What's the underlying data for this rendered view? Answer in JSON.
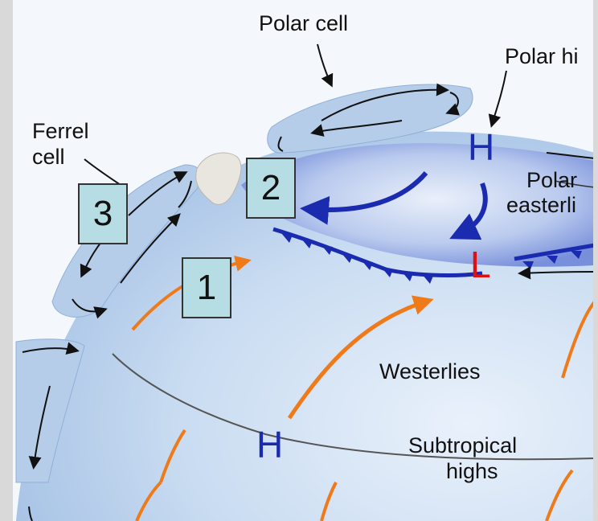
{
  "labels": {
    "polar_cell": "Polar cell",
    "polar_high": "Polar hi",
    "ferrel_line1": "Ferrel",
    "ferrel_line2": "cell",
    "polar_easterlies_line1": "Polar",
    "polar_easterlies_line2": "easterli",
    "westerlies": "Westerlies",
    "subtropical_line1": "Subtropical",
    "subtropical_line2": "highs"
  },
  "pressure": {
    "polar_high": "H",
    "subpolar_low": "L",
    "subtropical_high": "H"
  },
  "markers": {
    "m1": "1",
    "m2": "2",
    "m3": "3"
  },
  "colors": {
    "globe": "#c3d8ef",
    "cell": "#b8d0ea",
    "polar_blue": "#1a2bb0",
    "warm_arrow": "#ef7a1a",
    "low_red": "#e01010",
    "marker_fill": "#b7dde4"
  }
}
